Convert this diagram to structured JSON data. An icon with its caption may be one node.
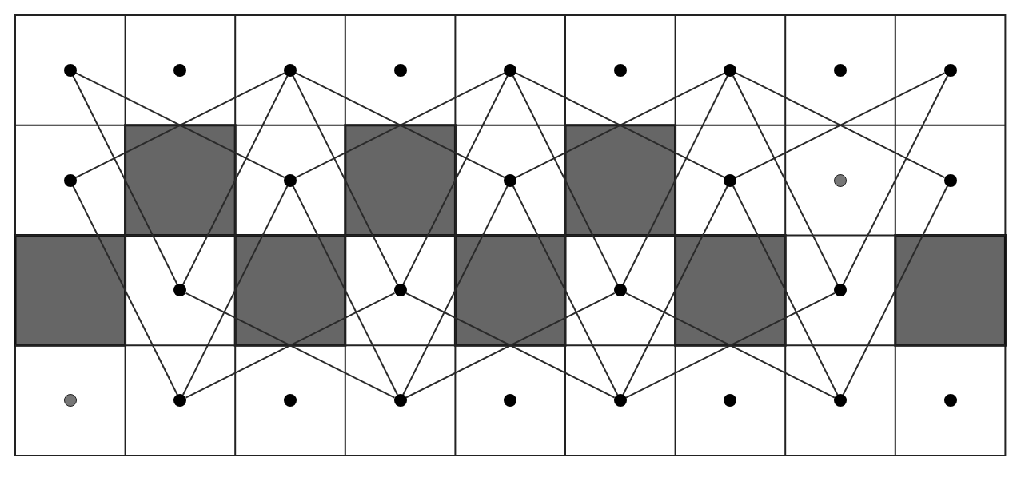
{
  "diagram": {
    "nodes": [
      {
        "text": [],
        "shape": "circle"
      },
      {
        "text": [],
        "shape": "circle"
      },
      {
        "text": [],
        "shape": "circle"
      },
      {
        "text": [],
        "shape": "circle"
      },
      {
        "text": [],
        "shape": "circle"
      },
      {
        "text": [],
        "shape": "circle"
      },
      {
        "text": [],
        "shape": "circle"
      },
      {
        "text": [],
        "shape": "circle"
      },
      {
        "text": [],
        "shape": "circle"
      },
      {
        "text": [],
        "shape": "circle"
      },
      {
        "text": [],
        "shape": "circle"
      },
      {
        "text": [],
        "shape": "circle"
      },
      {
        "text": [],
        "shape": "circle"
      },
      {
        "text": [],
        "shape": "circle"
      },
      {
        "text": [],
        "shape": "circle"
      },
      {
        "text": [],
        "shape": "circle"
      },
      {
        "text": [],
        "shape": "circle"
      },
      {
        "text": [],
        "shape": "circle"
      },
      {
        "text": [],
        "shape": "circle"
      },
      {
        "text": [],
        "shape": "circle"
      },
      {
        "text": [],
        "shape": "circle"
      },
      {
        "text": [],
        "shape": "circle"
      },
      {
        "text": [],
        "shape": "circle"
      },
      {
        "text": [],
        "shape": "circle"
      },
      {
        "text": [],
        "shape": "circle"
      },
      {
        "text": [],
        "shape": "circle"
      },
      {
        "text": [],
        "shape": "circle"
      },
      {
        "text": [],
        "shape": "circle"
      }
    ],
    "edges": [
      {
        "from": 0,
        "to": 10,
        "arrow": "none"
      },
      {
        "from": 0,
        "to": 15,
        "arrow": "none"
      },
      {
        "from": 2,
        "to": 9,
        "arrow": "none"
      },
      {
        "from": 2,
        "to": 15,
        "arrow": "none"
      },
      {
        "from": 2,
        "to": 16,
        "arrow": "none"
      },
      {
        "from": 2,
        "to": 11,
        "arrow": "none"
      },
      {
        "from": 4,
        "to": 10,
        "arrow": "none"
      },
      {
        "from": 4,
        "to": 16,
        "arrow": "none"
      },
      {
        "from": 4,
        "to": 17,
        "arrow": "none"
      },
      {
        "from": 4,
        "to": 12,
        "arrow": "none"
      },
      {
        "from": 6,
        "to": 11,
        "arrow": "none"
      },
      {
        "from": 6,
        "to": 17,
        "arrow": "none"
      },
      {
        "from": 6,
        "to": 18,
        "arrow": "none"
      },
      {
        "from": 6,
        "to": 14,
        "arrow": "none"
      },
      {
        "from": 8,
        "to": 12,
        "arrow": "none"
      },
      {
        "from": 8,
        "to": 18,
        "arrow": "none"
      },
      {
        "from": 9,
        "to": 20,
        "arrow": "none"
      },
      {
        "from": 10,
        "to": 20,
        "arrow": "none"
      },
      {
        "from": 10,
        "to": 22,
        "arrow": "none"
      },
      {
        "from": 11,
        "to": 22,
        "arrow": "none"
      },
      {
        "from": 11,
        "to": 24,
        "arrow": "none"
      },
      {
        "from": 12,
        "to": 24,
        "arrow": "none"
      },
      {
        "from": 12,
        "to": 26,
        "arrow": "none"
      },
      {
        "from": 14,
        "to": 26,
        "arrow": "none"
      },
      {
        "from": 15,
        "to": 22,
        "arrow": "none"
      },
      {
        "from": 16,
        "to": 20,
        "arrow": "none"
      },
      {
        "from": 16,
        "to": 24,
        "arrow": "none"
      },
      {
        "from": 17,
        "to": 22,
        "arrow": "none"
      },
      {
        "from": 17,
        "to": 26,
        "arrow": "none"
      },
      {
        "from": 18,
        "to": 24,
        "arrow": "none"
      }
    ]
  }
}
